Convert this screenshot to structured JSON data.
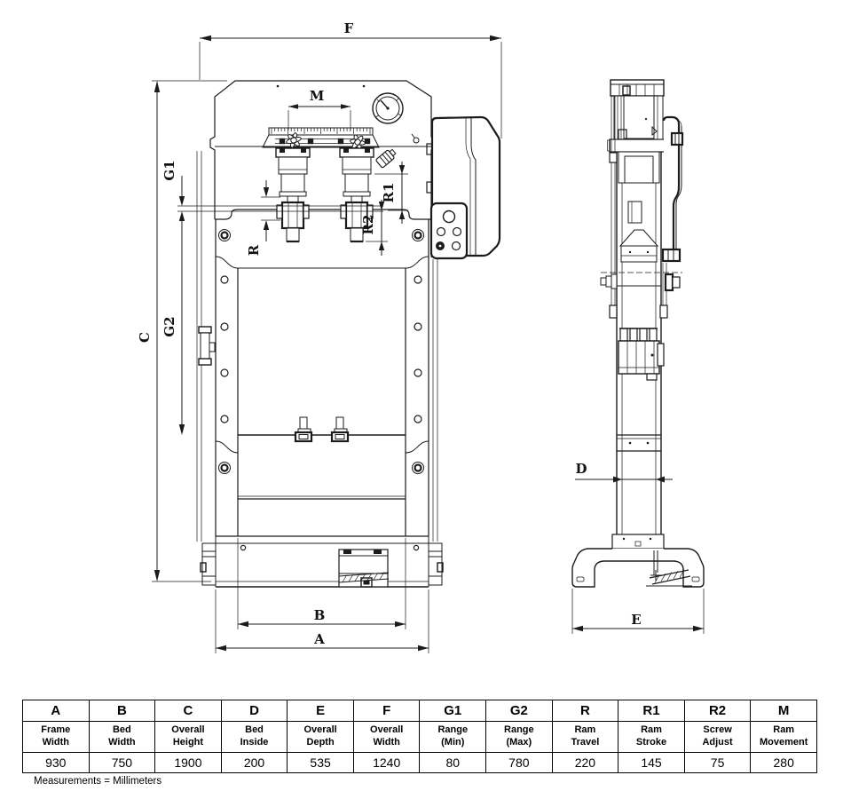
{
  "drawing": {
    "labels": {
      "F": "F",
      "M": "M",
      "C": "C",
      "G1": "G1",
      "G2": "G2",
      "R": "R",
      "R1": "R1",
      "R2": "R2",
      "A": "A",
      "B": "B",
      "D": "D",
      "E": "E"
    }
  },
  "spec_table": {
    "columns": [
      {
        "code": "A",
        "name1": "Frame",
        "name2": "Width",
        "value": "930"
      },
      {
        "code": "B",
        "name1": "Bed",
        "name2": "Width",
        "value": "750"
      },
      {
        "code": "C",
        "name1": "Overall",
        "name2": "Height",
        "value": "1900"
      },
      {
        "code": "D",
        "name1": "Bed",
        "name2": "Inside",
        "value": "200"
      },
      {
        "code": "E",
        "name1": "Overall",
        "name2": "Depth",
        "value": "535"
      },
      {
        "code": "F",
        "name1": "Overall",
        "name2": "Width",
        "value": "1240"
      },
      {
        "code": "G1",
        "name1": "Range",
        "name2": "(Min)",
        "value": "80"
      },
      {
        "code": "G2",
        "name1": "Range",
        "name2": "(Max)",
        "value": "780"
      },
      {
        "code": "R",
        "name1": "Ram",
        "name2": "Travel",
        "value": "220"
      },
      {
        "code": "R1",
        "name1": "Ram",
        "name2": "Stroke",
        "value": "145"
      },
      {
        "code": "R2",
        "name1": "Screw",
        "name2": "Adjust",
        "value": "75"
      },
      {
        "code": "M",
        "name1": "Ram",
        "name2": "Movement",
        "value": "280"
      }
    ]
  },
  "footer_note": "Measurements = Millimeters",
  "colors": {
    "line": "#1b1b1b",
    "background": "#ffffff"
  }
}
